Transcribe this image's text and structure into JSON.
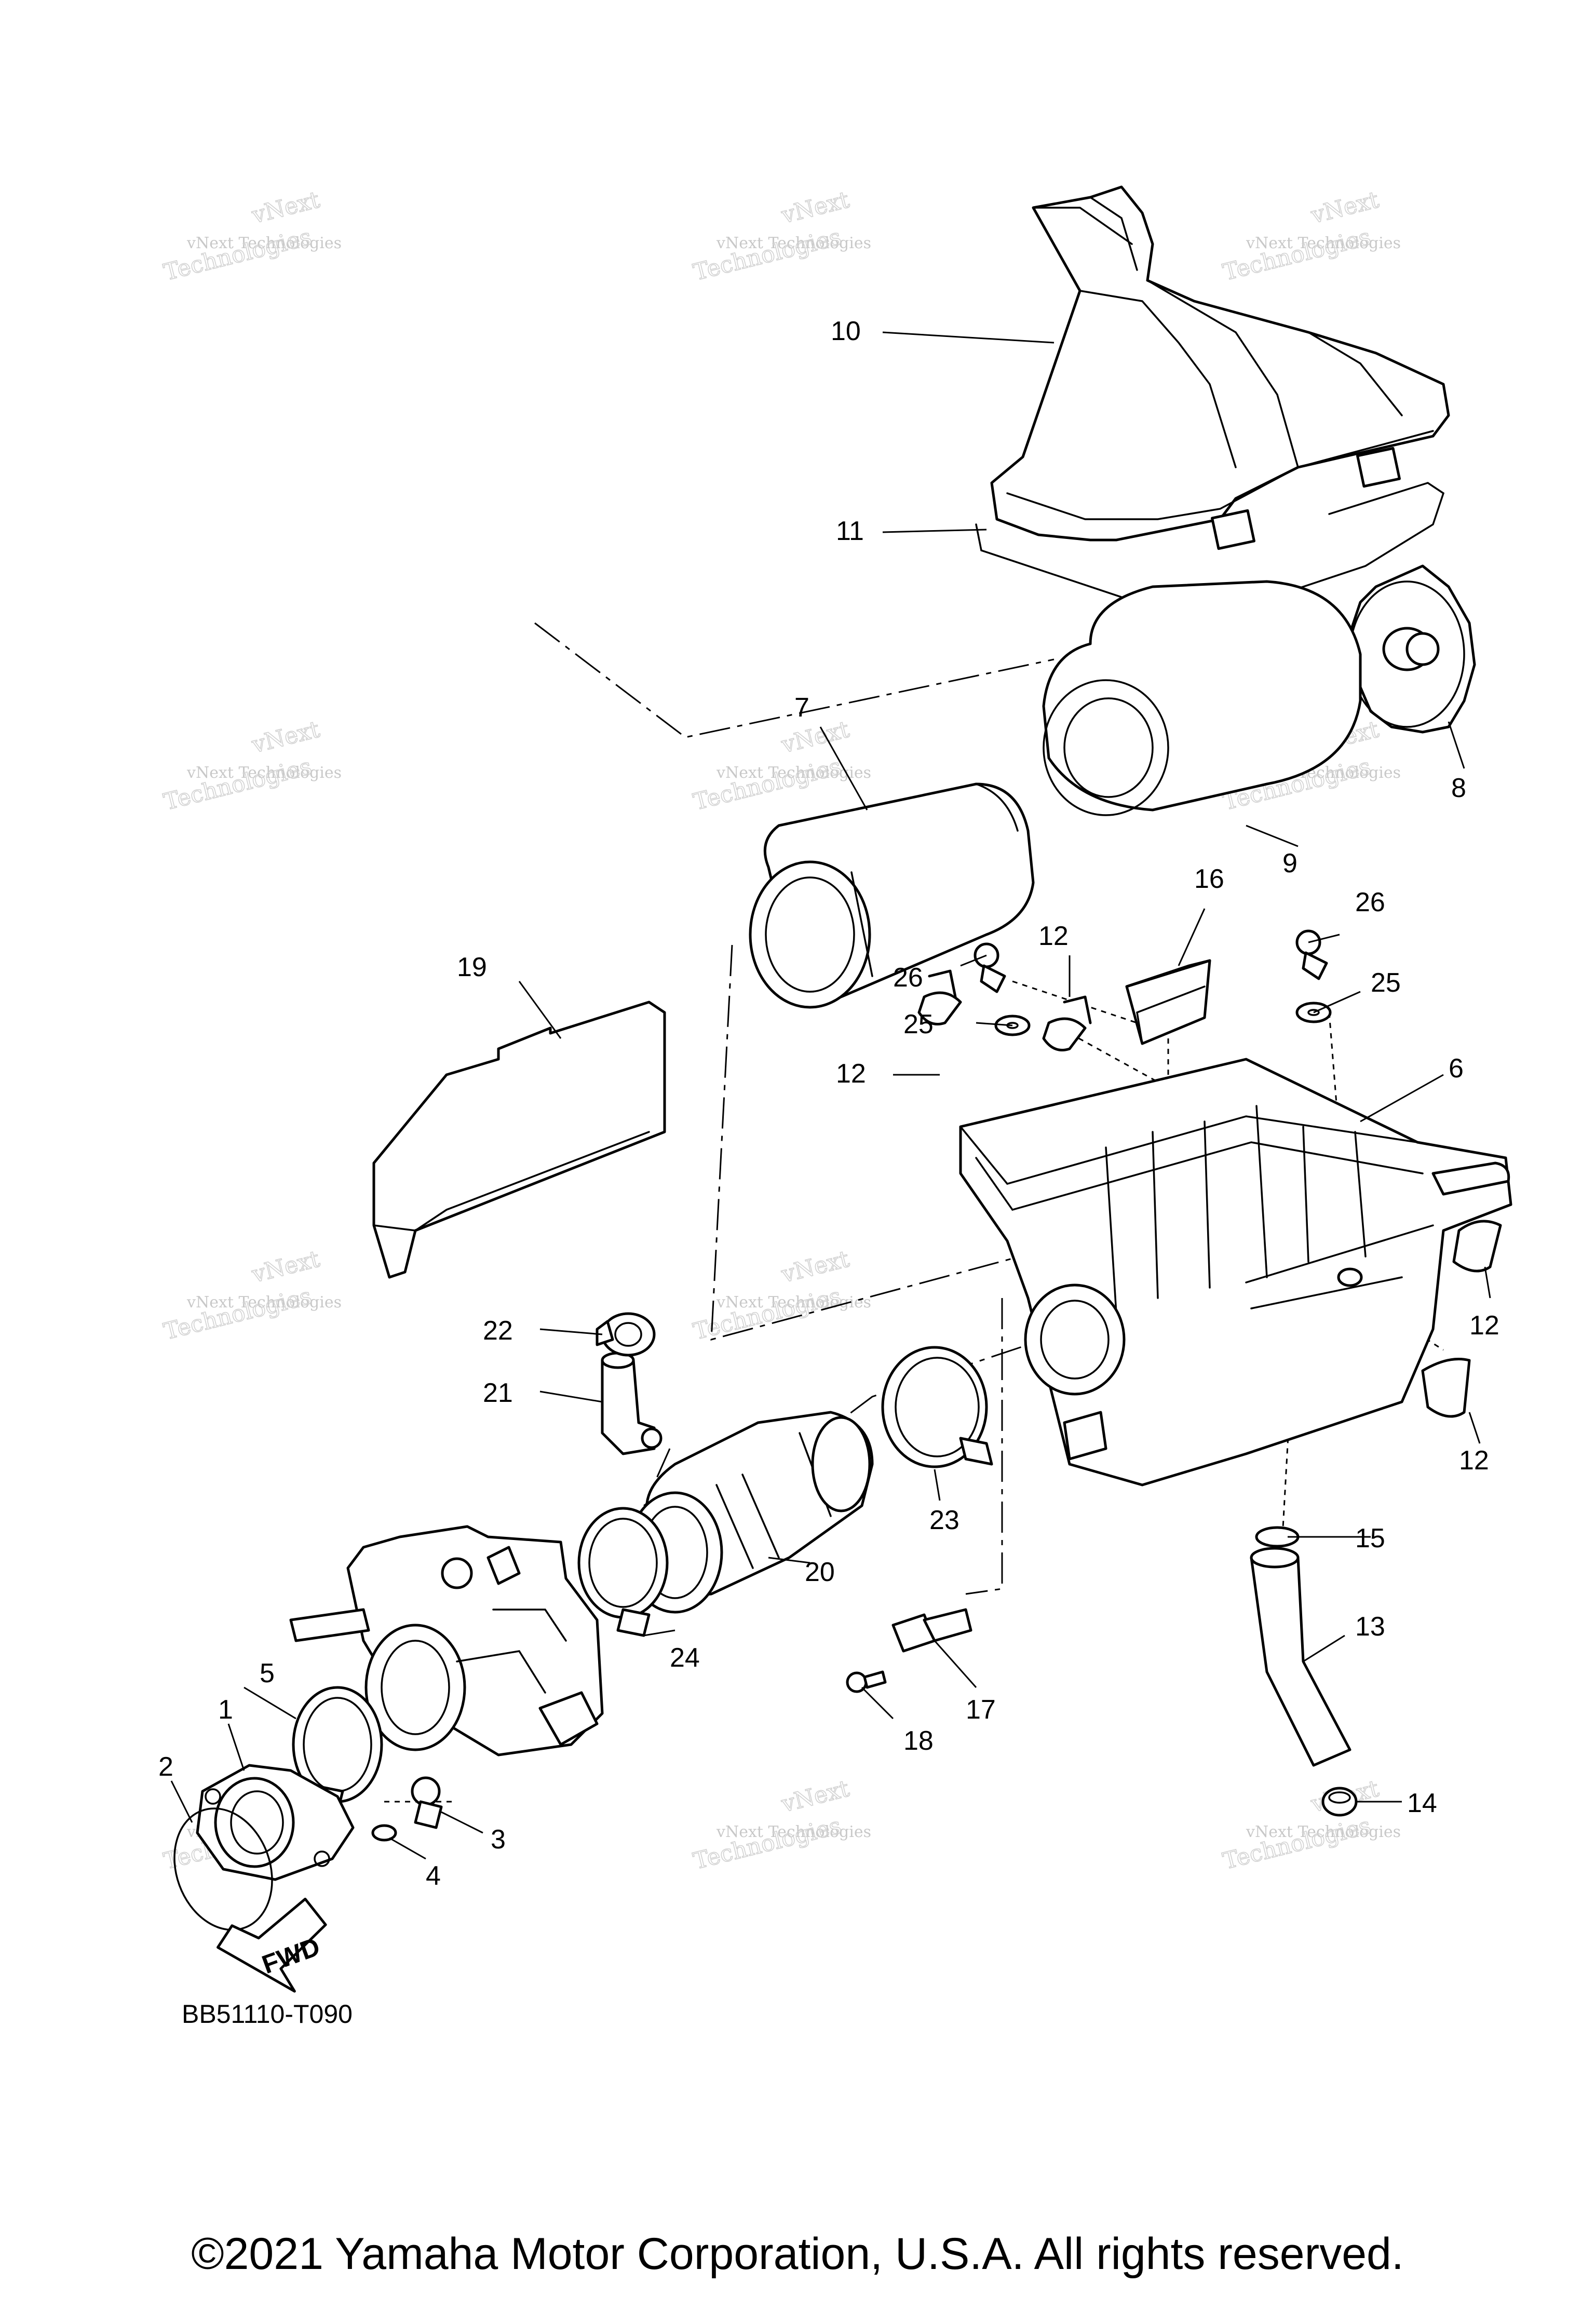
{
  "diagram": {
    "watermark_line1": "vNext",
    "watermark_line2": "vNext Technologies",
    "watermark_line3": "Technologies",
    "fwd_label": "FWD",
    "drawing_code": "BB51110-T090",
    "copyright": "©2021 Yamaha Motor Corporation, U.S.A. All rights reserved.",
    "callouts": [
      "1",
      "2",
      "3",
      "4",
      "5",
      "6",
      "7",
      "8",
      "9",
      "10",
      "11",
      "12",
      "13",
      "14",
      "15",
      "16",
      "17",
      "18",
      "19",
      "20",
      "21",
      "22",
      "23",
      "24",
      "25",
      "26"
    ],
    "extra_callouts": {
      "12b": "12",
      "12c": "12",
      "12d": "12",
      "25b": "25",
      "26b": "26"
    }
  }
}
